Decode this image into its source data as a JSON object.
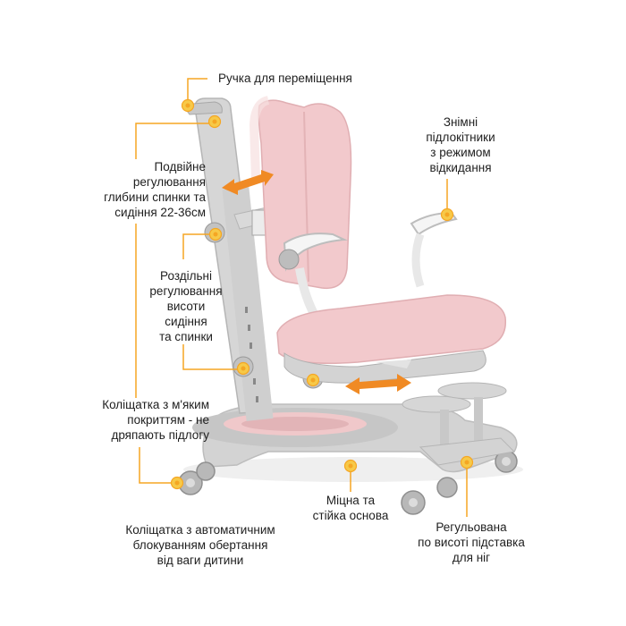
{
  "labels": {
    "handle": "Ручка для переміщення",
    "armrests": "Знімні\nпідлокітники\nз режимом\nвідкидання",
    "depth_adjust": "Подвійне\nрегулювання\nглибини спинки та\nсидіння 22-36см",
    "height_adjust": "Роздільні\nрегулювання\nвисоти\nсидіння\nта спинки",
    "soft_wheels": "Коліщатка з м'яким\nпокриттям - не\nдряпають підлогу",
    "base": "Міцна та\nстійка основа",
    "auto_lock_wheels": "Коліщатка з автоматичним\nблокуванням обертання\nвід ваги дитини",
    "footrest": "Регульована\nпо висоті підставка\nдля ніг"
  },
  "colors": {
    "accent": "#f5a623",
    "marker": "#f7c948",
    "arrow": "#f08a24",
    "frame_gray": "#c9c9c9",
    "upholstery_pink": "#f2c9cc",
    "text": "#1e1e1e"
  }
}
